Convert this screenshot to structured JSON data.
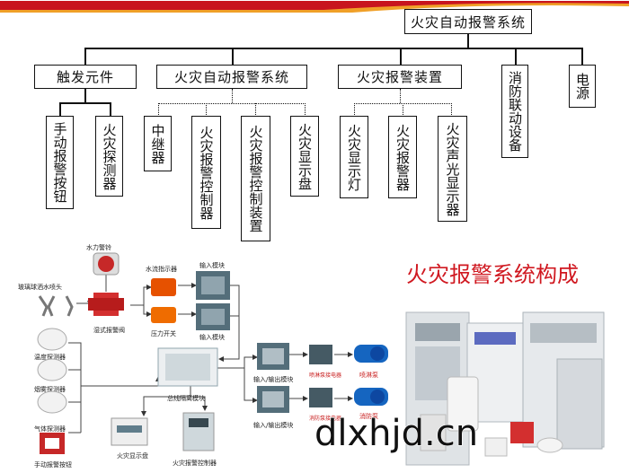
{
  "tree": {
    "root": "火灾自动报警系统",
    "branch_trigger": "触发元件",
    "branch_system": "火灾自动报警系统",
    "branch_device": "火灾报警装置",
    "branch_linkage": "消防联动设备",
    "branch_power": "电源",
    "leaf_manual": "手动报警按钮",
    "leaf_detector": "火灾探测器",
    "leaf_relay": "中继器",
    "leaf_controller": "火灾报警控制器",
    "leaf_control_device": "火灾报警控制装置",
    "leaf_display_panel": "火灾显示盘",
    "leaf_display_lamp": "火灾显示灯",
    "leaf_alarm": "火灾报警器",
    "leaf_sound_light": "火灾声光显示器"
  },
  "schematic": {
    "title": "火灾报警系统构成",
    "watermark": "dlxhjd.cn",
    "labels": {
      "water_bell": "水力警铃",
      "sprinkler": "玻璃球洒水喷头",
      "flow_indicator": "水流指示器",
      "input_module_1": "输入模块",
      "pressure_switch": "压力开关",
      "input_module_2": "输入模块",
      "wet_valve": "湿式报警阀",
      "temp_detector": "温度探测器",
      "smoke_detector": "烟雾探测器",
      "gas_detector": "气体探测器",
      "manual_button": "手动报警按钮",
      "bus_isolator": "总线隔离模块",
      "io_module_1": "输入/输出模块",
      "io_module_2": "输入/输出模块",
      "sprinkler_pump_relay_1": "喷淋泵接电器",
      "sprinkler_pump": "喷淋泵",
      "sprinkler_pump_relay_2": "消防泵接电器",
      "fire_pump": "消防泵",
      "display_panel": "火灾显示盘",
      "controller": "火灾报警控制器"
    }
  },
  "colors": {
    "banner_red": "#c8141e",
    "banner_orange": "#f0a028",
    "title_red": "#d01820",
    "label_red": "#c81e1e"
  }
}
